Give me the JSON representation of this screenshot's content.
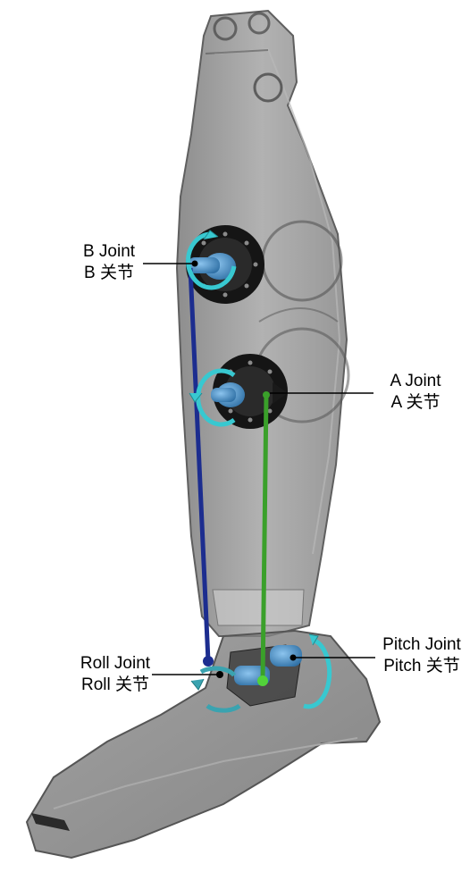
{
  "labels": {
    "b_joint": {
      "line1": "B Joint",
      "line2": "B 关节"
    },
    "a_joint": {
      "line1": "A Joint",
      "line2": "A 关节"
    },
    "roll_joint": {
      "line1": "Roll Joint",
      "line2": "Roll 关节"
    },
    "pitch_joint": {
      "line1": "Pitch Joint",
      "line2": "Pitch 关节"
    }
  },
  "colors": {
    "shell": "#8a8a8a",
    "shell_edge": "#5f5f5f",
    "link_blue": "#1c2d8f",
    "link_green": "#3aa02a",
    "rotation_arrow": "#38c8d0",
    "joint_shaft": "#3f86c0",
    "flange": "#1a1a1a"
  },
  "icons": [
    "rotation-arrow-icon",
    "joint-flange-icon"
  ]
}
